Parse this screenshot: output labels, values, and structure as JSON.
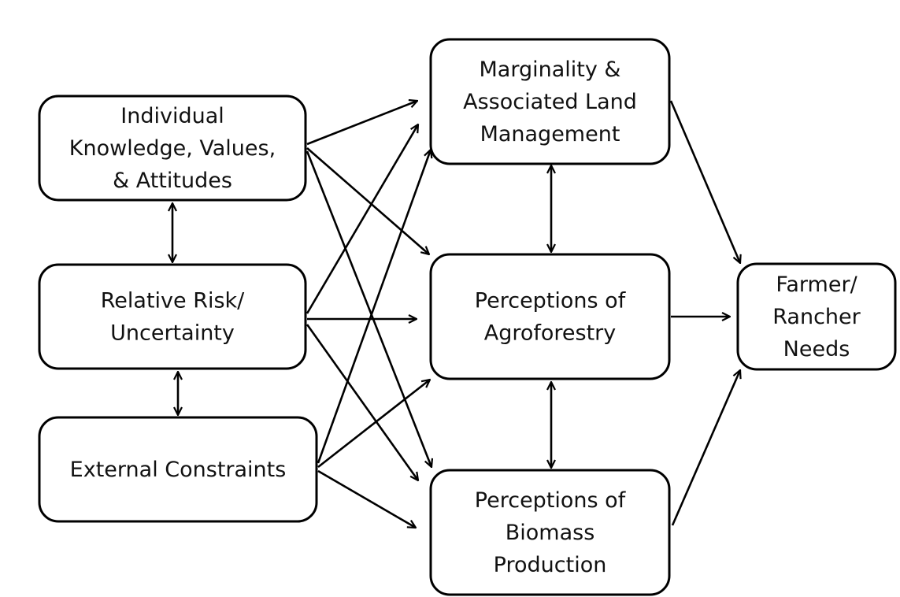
{
  "nodes": [
    {
      "id": "knowledge",
      "lines": [
        "Individual",
        "Knowledge, Values,",
        "& Attitudes"
      ]
    },
    {
      "id": "risk",
      "lines": [
        "Relative Risk/",
        "Uncertainty"
      ]
    },
    {
      "id": "constraints",
      "lines": [
        "External Constraints"
      ]
    },
    {
      "id": "marginality",
      "lines": [
        "Marginality &",
        "Associated Land",
        "Management"
      ]
    },
    {
      "id": "agroforestry",
      "lines": [
        "Perceptions of",
        "Agroforestry"
      ]
    },
    {
      "id": "biomass",
      "lines": [
        "Perceptions of",
        "Biomass",
        "Production"
      ]
    },
    {
      "id": "needs",
      "lines": [
        "Farmer/",
        "Rancher",
        "Needs"
      ]
    }
  ],
  "edges": [
    {
      "from": "knowledge",
      "to": "risk",
      "bidirectional": true
    },
    {
      "from": "risk",
      "to": "constraints",
      "bidirectional": true
    },
    {
      "from": "marginality",
      "to": "agroforestry",
      "bidirectional": true
    },
    {
      "from": "agroforestry",
      "to": "biomass",
      "bidirectional": true
    },
    {
      "from": "knowledge",
      "to": "marginality"
    },
    {
      "from": "knowledge",
      "to": "agroforestry"
    },
    {
      "from": "knowledge",
      "to": "biomass"
    },
    {
      "from": "risk",
      "to": "marginality"
    },
    {
      "from": "risk",
      "to": "agroforestry"
    },
    {
      "from": "risk",
      "to": "biomass"
    },
    {
      "from": "constraints",
      "to": "marginality"
    },
    {
      "from": "constraints",
      "to": "agroforestry"
    },
    {
      "from": "constraints",
      "to": "biomass"
    },
    {
      "from": "marginality",
      "to": "needs"
    },
    {
      "from": "agroforestry",
      "to": "needs"
    },
    {
      "from": "biomass",
      "to": "needs"
    }
  ]
}
